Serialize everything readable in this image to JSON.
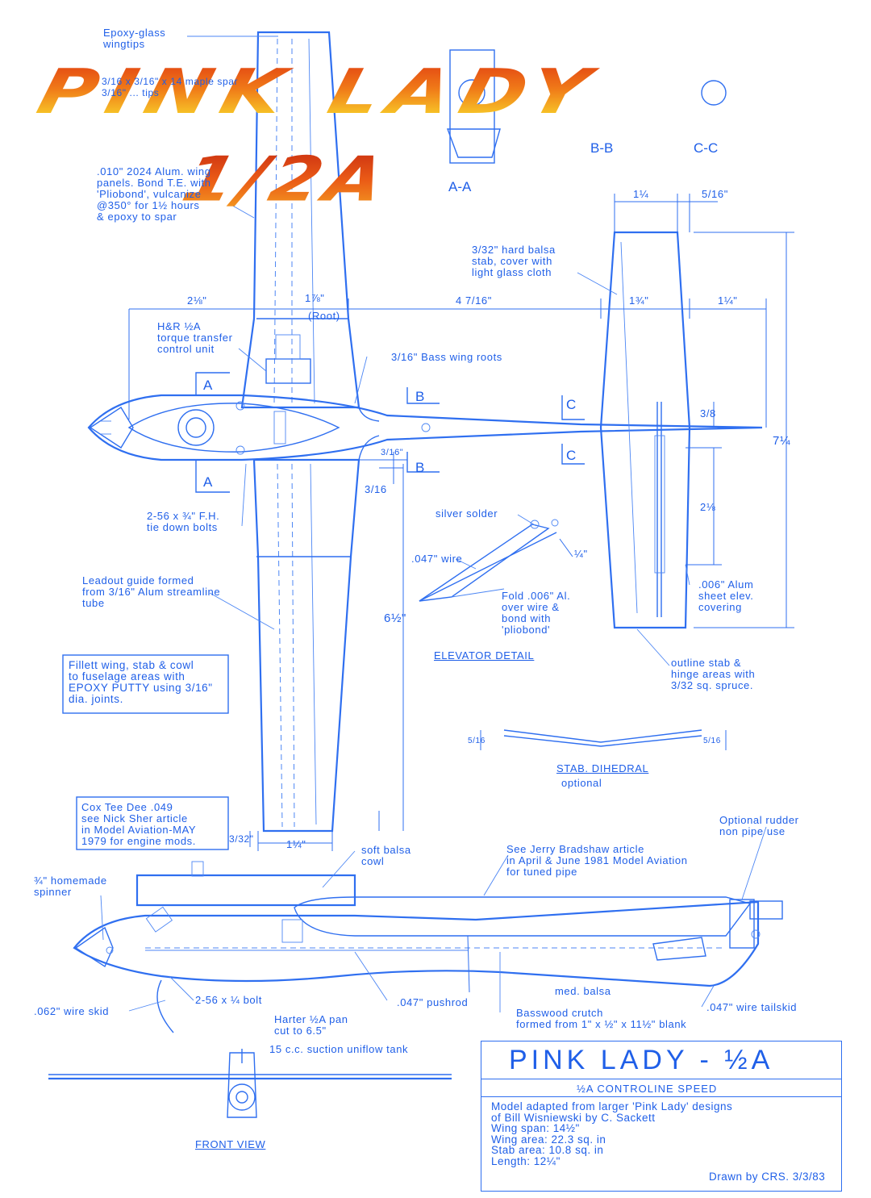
{
  "logo": {
    "title": "PINK LADY",
    "subtitle": "1/2A"
  },
  "plan_view": {
    "labels": {
      "wingtips": "Epoxy-glass\nwingtips",
      "spar": "3/16 x 3/16\" x 14 maple spar\n3/16\" ... tips",
      "wing_panels": ".010\" 2024 Alum. wing\npanels. Bond T.E. with\n'Pliobond', vulcanize\n@350° for 1½ hours\n& epoxy to spar",
      "stab": "3/32\" hard balsa\nstab, cover with\nlight glass cloth",
      "control_unit": "H&R ½A\ntorque transfer\ncontrol unit",
      "wing_roots": "3/16\" Bass wing roots",
      "tie_down": "2-56 x ¾\" F.H.\ntie down bolts",
      "leadout": "Leadout guide formed\nfrom 3/16\" Alum streamline\ntube",
      "fillet_note": "Fillett wing, stab & cowl\nto fuselage areas with\nEPOXY PUTTY using 3/16\"\ndia. joints.",
      "elev_cover": ".006\" Alum\nsheet elev.\ncovering",
      "outline_stab": "outline stab &\nhinge areas with\n3/32 sq. spruce."
    },
    "dimensions": {
      "d_2_1_8": "2⅛\"",
      "d_1_7_8": "1⅞\"",
      "root": "(Root)",
      "d_4_7_16": "4 7/16\"",
      "d_1_3_4": "1¾\"",
      "d_1_1_4_stab": "1¼\"",
      "d_1_1_4_top": "1¼",
      "d_5_16_top": "5/16\"",
      "d_3_8": "3/8",
      "d_7_1_4": "7¼",
      "d_2_1_8_elev": "2⅛",
      "d_3_16_a": "3/16\"",
      "d_3_16_b": "3/16",
      "d_6_1_2": "6½\"",
      "d_3_32": "3/32\"",
      "d_1_1_4_tip": "1¼\""
    },
    "section_marks": {
      "a": "A",
      "b": "B",
      "c": "C"
    }
  },
  "inset_sections": {
    "b_b": "B-B",
    "c_c": "C-C",
    "a_a": "A-A"
  },
  "elevator_detail": {
    "title": "ELEVATOR DETAIL",
    "silver_solder": "silver solder",
    "wire": ".047\" wire",
    "fold": "Fold .006\" Al.\nover wire &\nbond with\n'pliobond'",
    "quarter": "¼\""
  },
  "stab_dihedral": {
    "title": "STAB. DIHEDRAL",
    "optional": "optional",
    "left": "5/16",
    "right": "5/16"
  },
  "side_view": {
    "labels": {
      "engine": "Cox Tee Dee .049\nsee Nick Sher article\nin Model Aviation-MAY\n1979 for engine mods.",
      "cowl": "soft balsa\ncowl",
      "pipe": "See Jerry Bradshaw article\nin April & June 1981 Model Aviation\nfor tuned pipe",
      "rudder": "Optional rudder\nnon pipe use",
      "spinner": "¾\" homemade\nspinner",
      "wire_skid": ".062\" wire skid",
      "bolt": "2-56 x ¼ bolt",
      "pushrod": ".047\" pushrod",
      "med_balsa": "med. balsa",
      "crutch": "Basswood crutch\nformed from 1\" x ½\" x 11½\" blank",
      "tailskid": ".047\" wire tailskid",
      "pan": "Harter ½A pan\ncut to 6.5\"",
      "tank": "15 c.c. suction uniflow tank"
    }
  },
  "front_view": {
    "title": "FRONT VIEW"
  },
  "title_block": {
    "title": "PINK LADY - ½A",
    "subtitle": "½A CONTROLINE SPEED",
    "body": "Model adapted from larger 'Pink Lady' designs\nof Bill Wisniewski by C. Sackett\nWing span: 14½\"\nWing area: 22.3 sq. in\nStab area: 10.8 sq. in\nLength: 12¼\"",
    "drawn_by": "Drawn by CRS. 3/3/83"
  },
  "colors": {
    "ink": "#2f6ff0",
    "paper": "#ffffff",
    "logo_top": "#e03a12",
    "logo_bottom": "#f9e14a"
  }
}
